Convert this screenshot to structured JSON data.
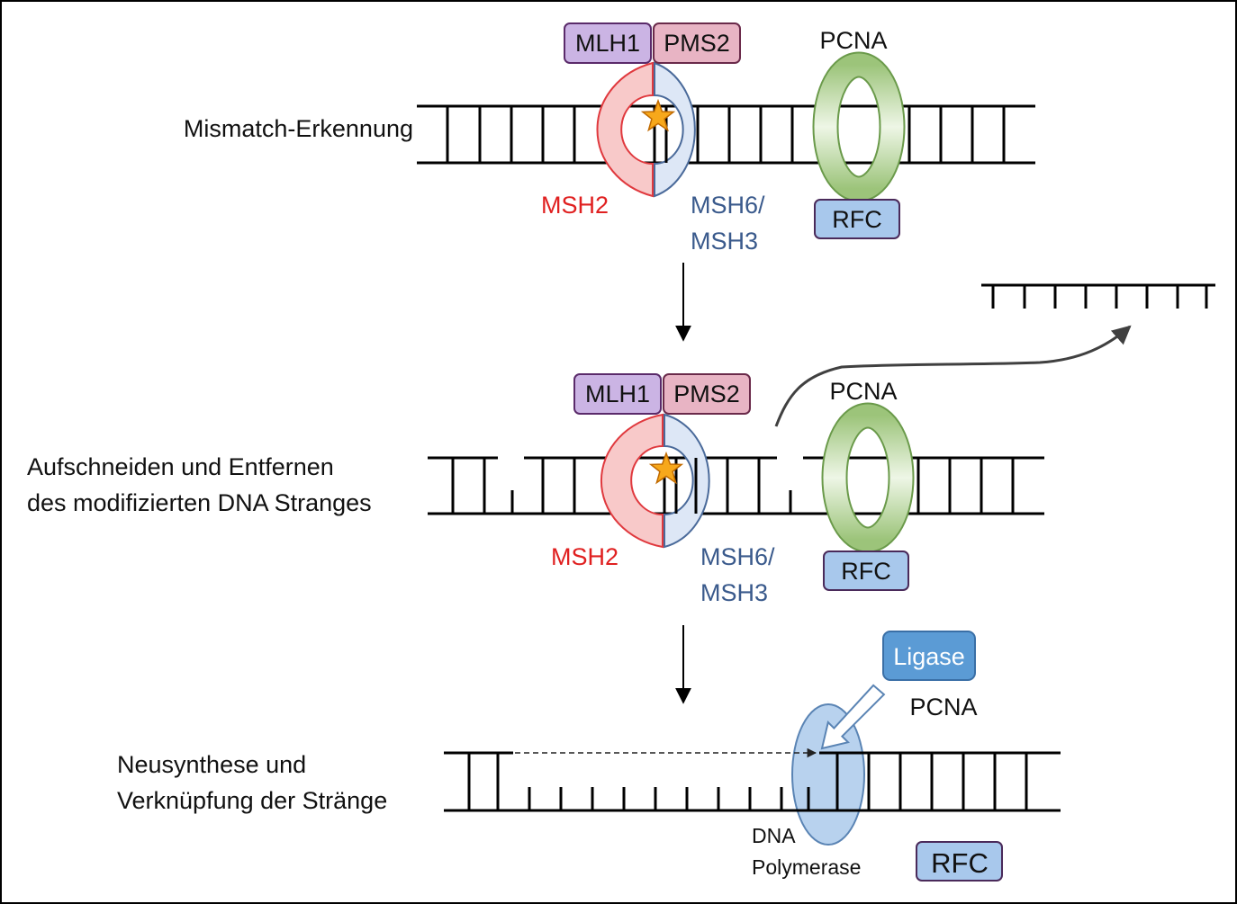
{
  "colors": {
    "frame": "#000000",
    "dna": "#000000",
    "msh2_fill": "#f8c9c9",
    "msh2_stroke": "#e0393e",
    "msh2_text": "#e02020",
    "msh6_fill": "#dde7f6",
    "msh6_stroke": "#4a6a9a",
    "msh6_text": "#3a5a8c",
    "mlh1_fill": "#cbb4e4",
    "mlh1_stroke": "#5a2a6a",
    "pms2_fill": "#e8b4c4",
    "pms2_stroke": "#6a2a4a",
    "pcna_stroke": "#6a9a4a",
    "pcna_light": "#eef6e6",
    "pcna_dark": "#9cc47a",
    "rfc_fill": "#a8c8ec",
    "rfc_stroke": "#4a2a5a",
    "star_fill": "#f7a81b",
    "star_stroke": "#c06a00",
    "ligase_fill": "#5b9bd5",
    "ligase_stroke": "#3a6fa6",
    "ligase_text": "#ffffff",
    "polymerase_fill": "#b8d2ee",
    "polymerase_stroke": "#5a84b4",
    "curve_arrow": "#404040"
  },
  "steps": {
    "recognition": "Mismatch-Erkennung",
    "excision_line1": "Aufschneiden und Entfernen",
    "excision_line2": "des modifizierten DNA Stranges",
    "resynthesis_line1": "Neusynthese und",
    "resynthesis_line2": "Verknüpfung der Stränge"
  },
  "proteins": {
    "mlh1": "MLH1",
    "pms2": "PMS2",
    "pcna": "PCNA",
    "rfc": "RFC",
    "msh2": "MSH2",
    "msh6_line1": "MSH6/",
    "msh6_line2": "MSH3",
    "ligase": "Ligase",
    "polymerase_line1": "DNA",
    "polymerase_line2": "Polymerase"
  }
}
